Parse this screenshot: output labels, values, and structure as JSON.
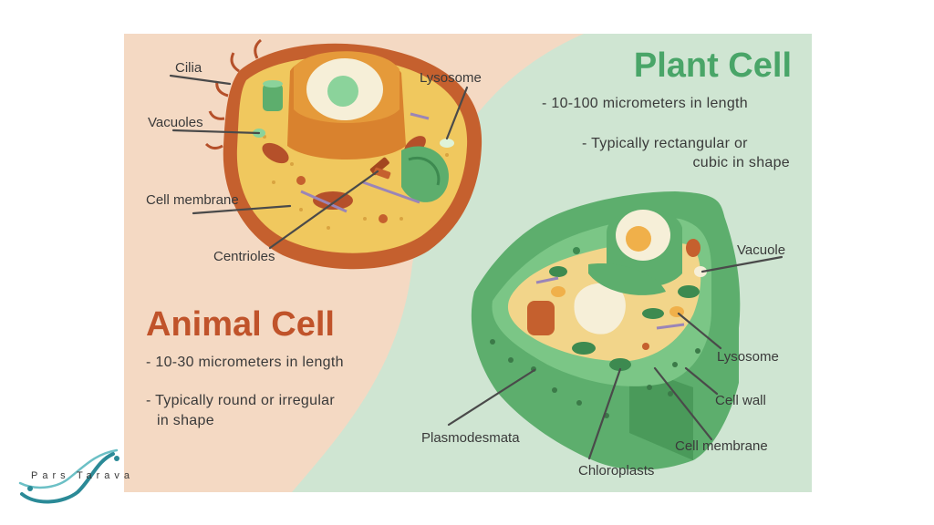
{
  "animal": {
    "title": "Animal Cell",
    "desc1": "-  10-30 micrometers in length",
    "desc2a": "-  Typically round or irregular",
    "desc2b": "in shape",
    "labels": {
      "cilia": "Cilia",
      "vacuoles": "Vacuoles",
      "cell_membrane": "Cell membrane",
      "centrioles": "Centrioles",
      "lysosome": "Lysosome"
    }
  },
  "plant": {
    "title": "Plant Cell",
    "desc1": "-  10-100 micrometers in length",
    "desc2a": "-  Typically rectangular or",
    "desc2b": "cubic in shape",
    "labels": {
      "vacuole": "Vacuole",
      "lysosome": "Lysosome",
      "cell_wall": "Cell wall",
      "cell_membrane": "Cell membrane",
      "chloroplasts": "Chloroplasts",
      "plasmodesmata": "Plasmodesmata"
    }
  },
  "brand": {
    "left": "Pars",
    "right": "Tarava"
  },
  "colors": {
    "animal_title": "#c0532a",
    "plant_title": "#49a568",
    "animal_bg": "#f4d9c3",
    "plant_bg": "#cfe5d2"
  }
}
